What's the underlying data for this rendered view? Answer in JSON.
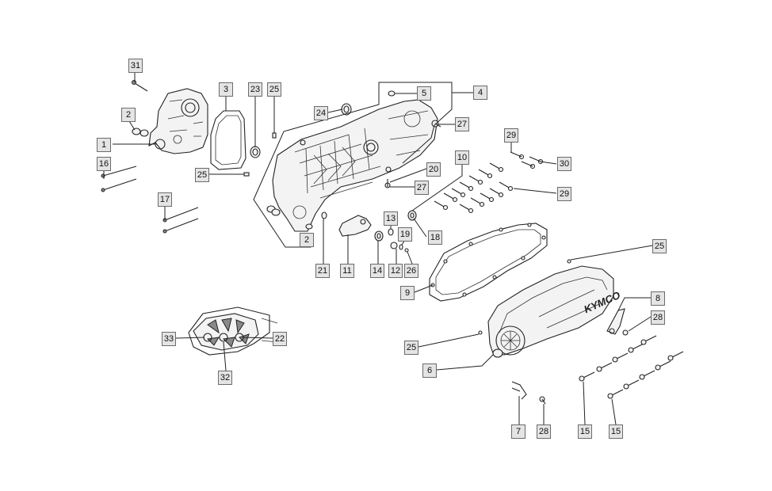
{
  "diagram": {
    "brand_logo": "KYMCO",
    "callouts": [
      "31",
      "3",
      "23",
      "25",
      "24",
      "5",
      "4",
      "2",
      "27",
      "1",
      "16",
      "25",
      "20",
      "27",
      "10",
      "29",
      "30",
      "29",
      "17",
      "13",
      "19",
      "18",
      "2",
      "21",
      "11",
      "14",
      "12",
      "26",
      "25",
      "9",
      "8",
      "28",
      "33",
      "22",
      "25",
      "32",
      "6",
      "7",
      "28",
      "15",
      "15"
    ]
  }
}
